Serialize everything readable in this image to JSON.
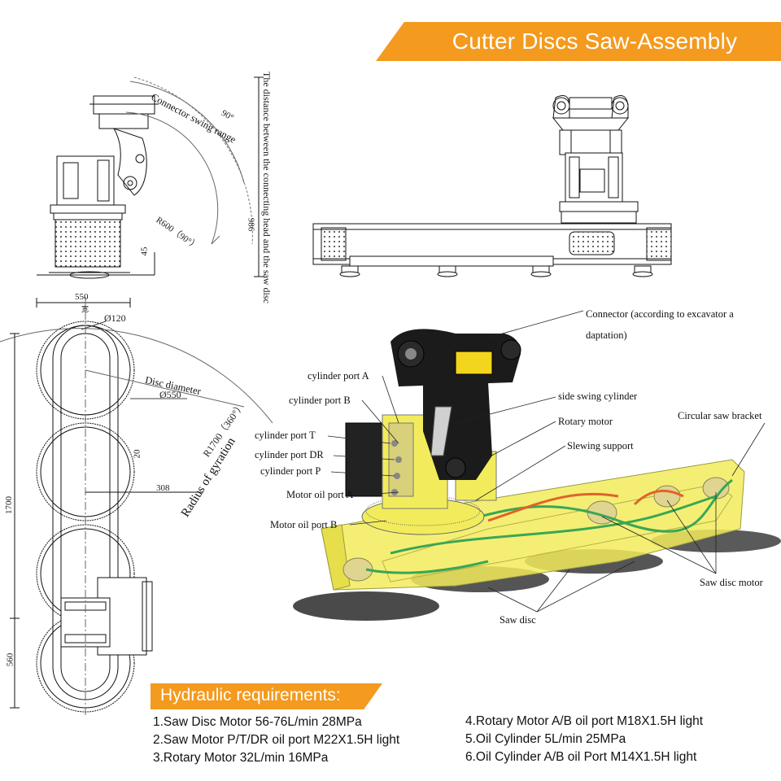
{
  "title": "Cutter Discs Saw-Assembly",
  "drawing_labels": {
    "connector_swing_range": "Connector swing range",
    "angle_90": "90°",
    "radius_600": "R600（90°）",
    "dim_45": "45",
    "dim_986": "986",
    "vertical_note": "The distance between the connecting head and the saw disc",
    "dim_550": "550",
    "kuan": "宽",
    "dia_120": "Ø120",
    "disc_diameter": "Disc diameter",
    "dia_550": "Ø550",
    "radius_1700": "R1700（360°）",
    "radius_of_gyration": "Radius of gyration",
    "dim_20": "20",
    "dim_308": "308",
    "dim_1700": "1700",
    "dim_560": "560"
  },
  "callouts": {
    "connector": "Connector (according to excavator a",
    "connector_2": "daptation)",
    "cylinder_port_a": "cylinder port A",
    "cylinder_port_b": "cylinder port B",
    "cylinder_port_t": "cylinder port T",
    "cylinder_port_dr": "cylinder port DR",
    "cylinder_port_p": "cylinder port P",
    "motor_oil_port_a": "Motor oil port A",
    "motor_oil_port_b": "Motor oil port B",
    "side_swing_cylinder": "side swing cylinder",
    "rotary_motor": "Rotary motor",
    "slewing_support": "Slewing support",
    "circular_saw_bracket": "Circular saw bracket",
    "saw_disc_motor": "Saw disc motor",
    "saw_disc": "Saw disc"
  },
  "requirements": {
    "heading": "Hydraulic requirements:",
    "items": [
      "1.Saw Disc Motor 56-76L/min 28MPa",
      "2.Saw Motor P/T/DR oil port M22X1.5H light",
      "3.Rotary Motor 32L/min 16MPa",
      "4.Rotary Motor A/B oil port M18X1.5H light",
      "5.Oil Cylinder 5L/min 25MPa",
      "6.Oil Cylinder A/B oil Port M14X1.5H light"
    ]
  },
  "colors": {
    "accent": "#f39a1f",
    "body_yellow": "#f2ec5c",
    "hose_green": "#3aa655",
    "hose_orange": "#e0632a"
  }
}
